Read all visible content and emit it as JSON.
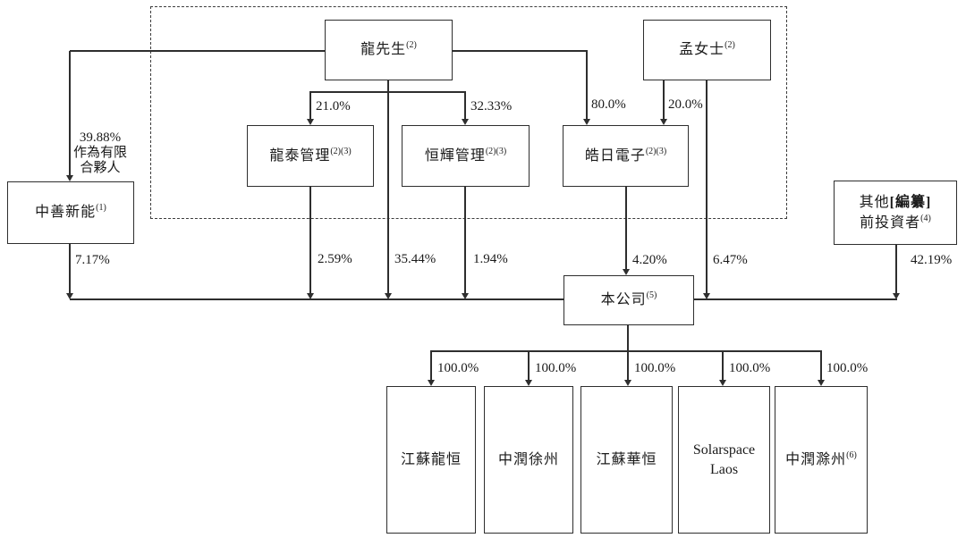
{
  "nodes": {
    "mr_long": {
      "label": "龍先生",
      "note": "(2)"
    },
    "ms_meng": {
      "label": "孟女士",
      "note": "(2)"
    },
    "longtai_mgmt": {
      "label": "龍泰管理",
      "note": "(2)(3)"
    },
    "henghui_mgmt": {
      "label": "恒輝管理",
      "note": "(2)(3)"
    },
    "haori_elec": {
      "label": "皓日電子",
      "note": "(2)(3)"
    },
    "zhongshan_xinneng": {
      "label": "中善新能",
      "note": "(1)"
    },
    "other_pre_investors": {
      "line1_text": "其他",
      "line1_redacted": "[編纂]",
      "line2_text": "前投資者",
      "note": "(4)"
    },
    "company": {
      "label": "本公司",
      "note": "(5)"
    },
    "jiangsu_longheng": {
      "label": "江蘇龍恒"
    },
    "zhongrun_xuzhou": {
      "label": "中潤徐州"
    },
    "jiangsu_huaheng": {
      "label": "江蘇華恒"
    },
    "solarspace_laos": {
      "line1": "Solarspace",
      "line2": "Laos"
    },
    "zhongrun_chuzhou": {
      "label": "中潤滁州",
      "note": "(6)"
    }
  },
  "ownership_labels": {
    "long_to_zhongshan_line1": "39.88%",
    "long_to_zhongshan_line2": "作為有限",
    "long_to_zhongshan_line3": "合夥人",
    "zhongshan_to_company": "7.17%",
    "long_to_longtai": "21.0%",
    "long_to_henghui": "32.33%",
    "long_to_haori": "80.0%",
    "meng_to_haori": "20.0%",
    "longtai_to_company": "2.59%",
    "long_to_company": "35.44%",
    "henghui_to_company": "1.94%",
    "haori_to_company": "4.20%",
    "meng_to_company": "6.47%",
    "other_to_company": "42.19%",
    "company_to_jiangsu_longheng": "100.0%",
    "company_to_zhongrun_xuzhou": "100.0%",
    "company_to_jiangsu_huaheng": "100.0%",
    "company_to_solarspace_laos": "100.0%",
    "company_to_zhongrun_chuzhou": "100.0%"
  },
  "colors": {
    "line": "#2e2e2e",
    "text": "#1a1a1a",
    "background": "#ffffff"
  }
}
